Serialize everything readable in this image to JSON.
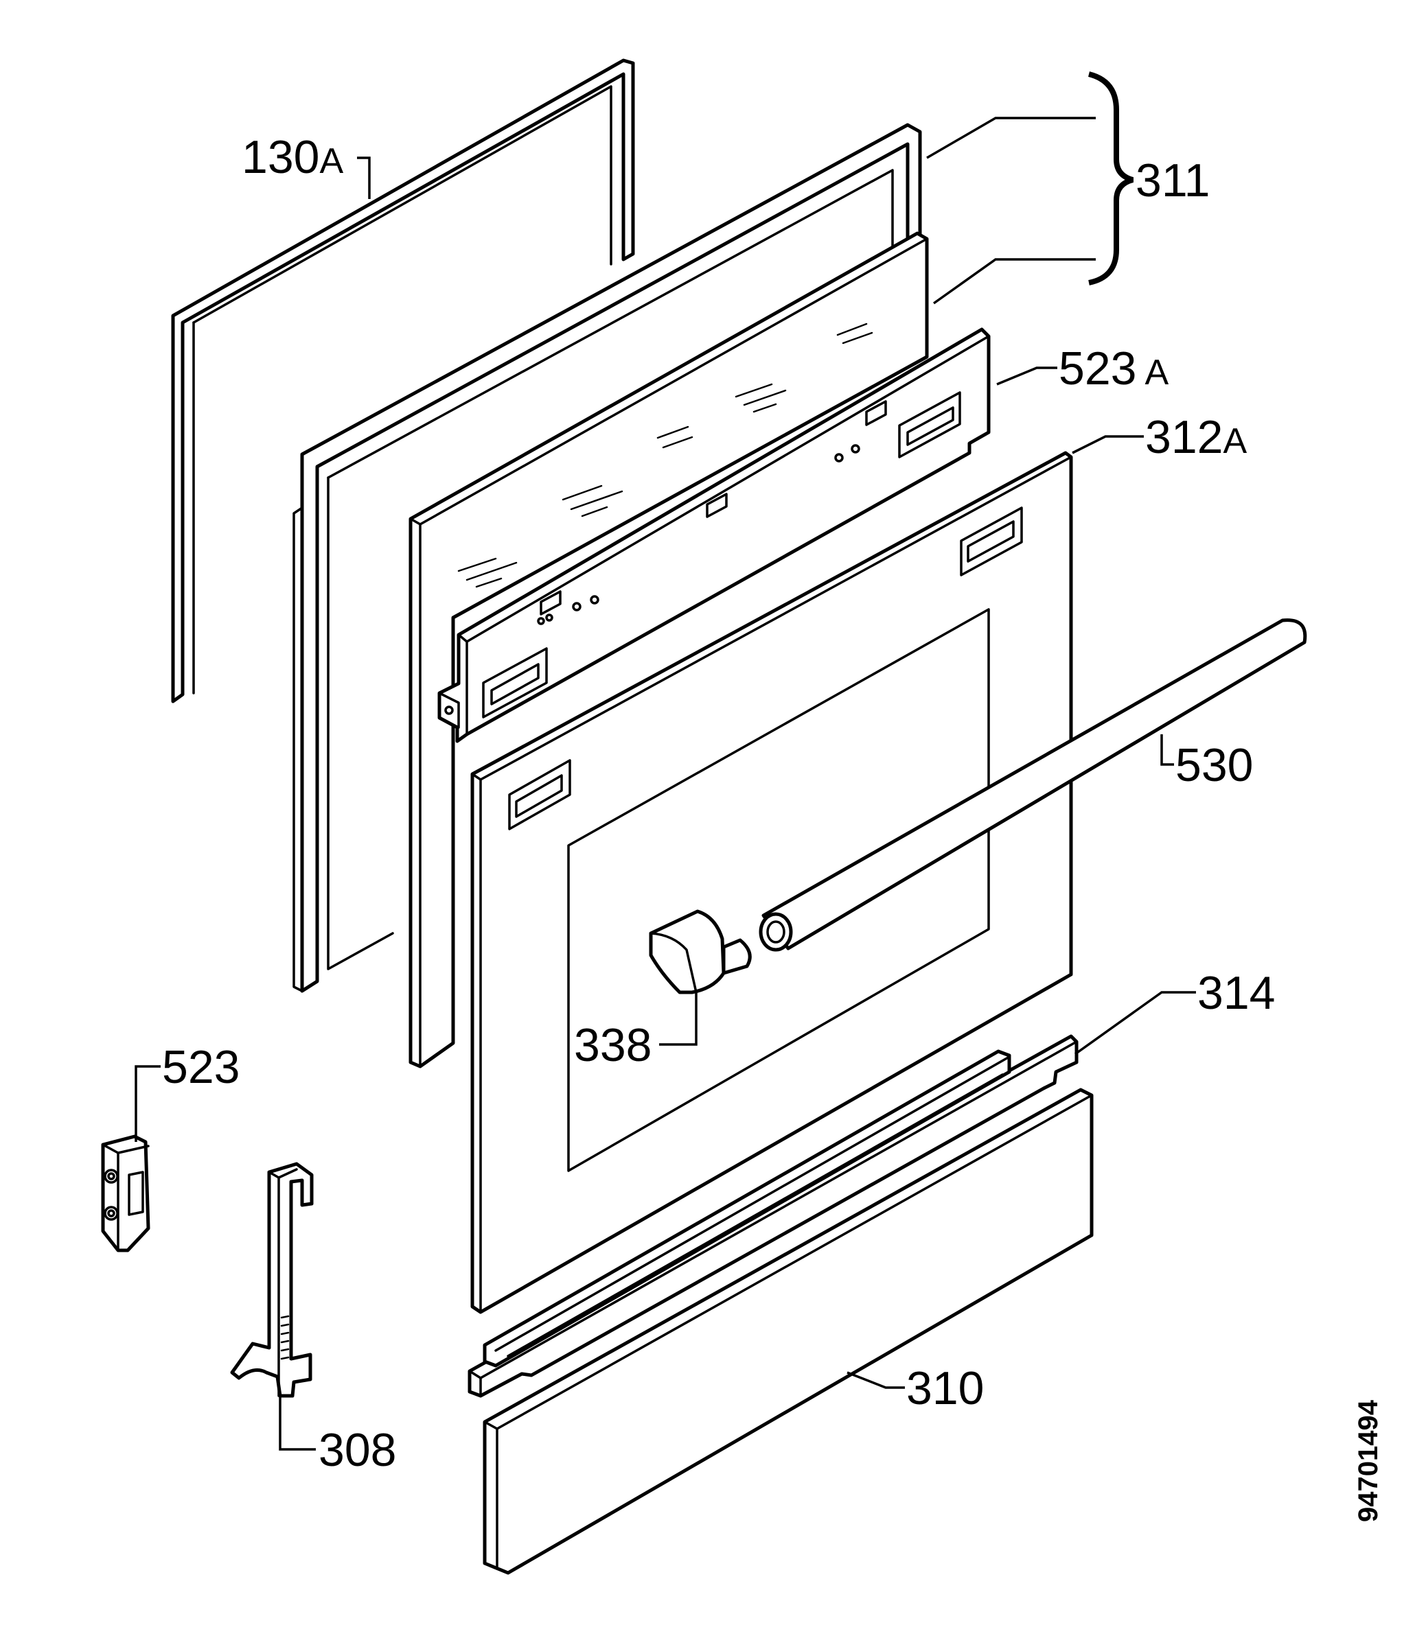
{
  "callouts": {
    "c130a": {
      "number": "130",
      "suffix": "A"
    },
    "c311": {
      "number": "311"
    },
    "c523a": {
      "number": "523",
      "suffix": "A"
    },
    "c312a": {
      "number": "312",
      "suffix": "A"
    },
    "c530": {
      "number": "530"
    },
    "c314": {
      "number": "314"
    },
    "c338": {
      "number": "338"
    },
    "c523": {
      "number": "523"
    },
    "c308": {
      "number": "308"
    },
    "c310": {
      "number": "310"
    }
  },
  "document_number": "94701494",
  "colors": {
    "ink": "#000000",
    "paper": "#ffffff"
  }
}
